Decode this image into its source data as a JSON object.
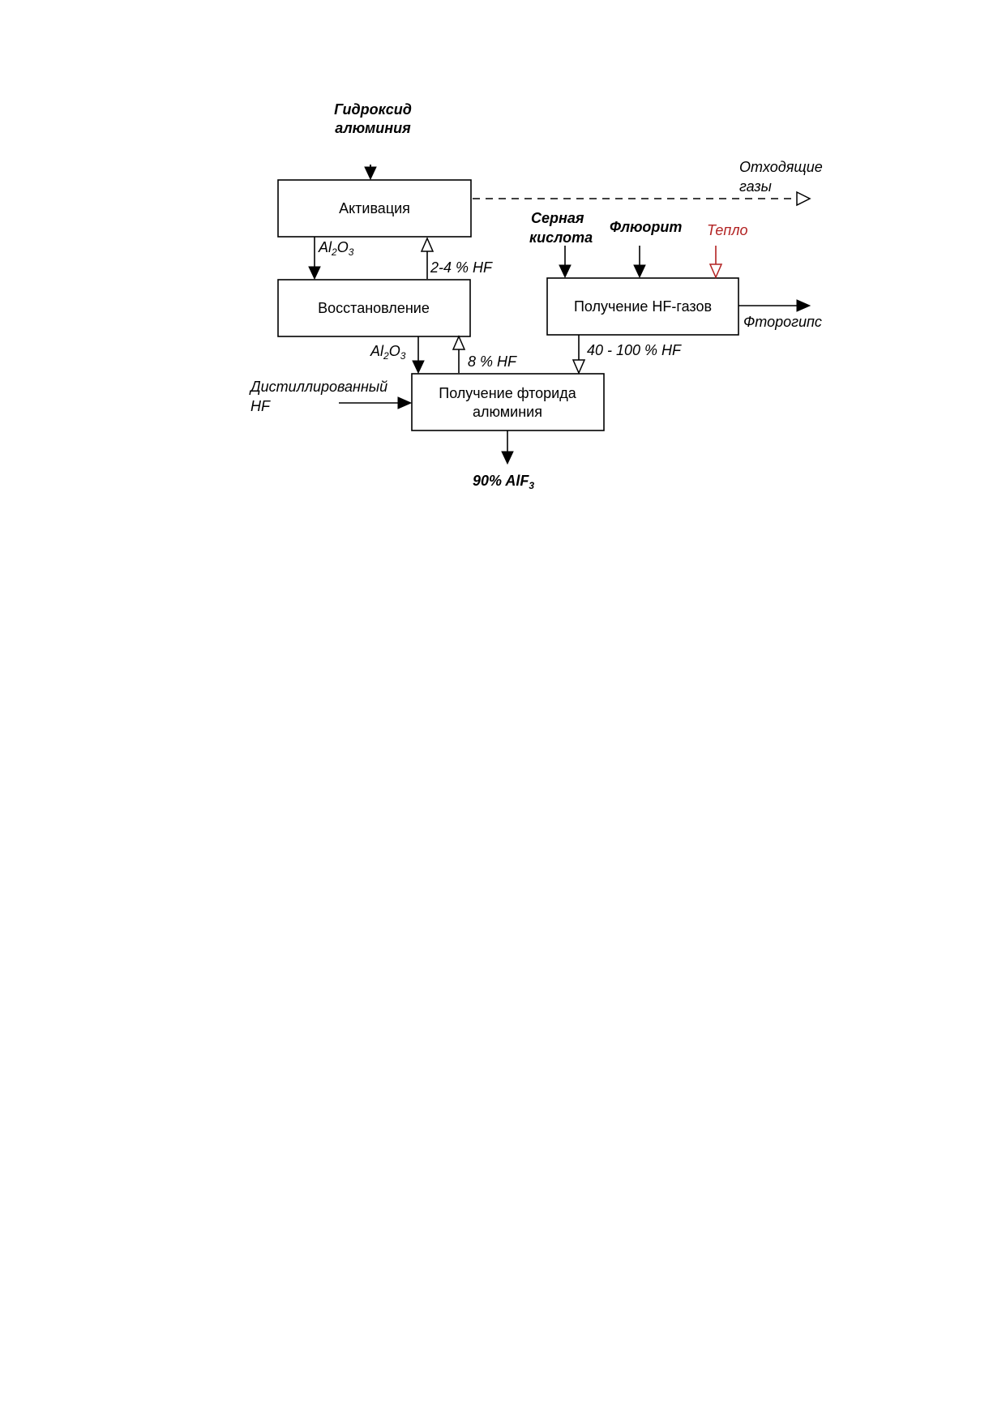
{
  "boxes": {
    "activation": "Активация",
    "reduction": "Восстановление",
    "hf_production": "Получение HF-газов",
    "aluminium_fluoride_line1": "Получение фторида",
    "aluminium_fluoride_line2": "алюминия"
  },
  "inputs": {
    "aluminium_hydroxide_line1": "Гидроксид",
    "aluminium_hydroxide_line2": "алюминия",
    "sulfuric_acid_line1": "Серная",
    "sulfuric_acid_line2": "кислота",
    "fluorite": "Флюорит",
    "heat": "Тепло",
    "distilled_hf_line1": "Дистиллированный",
    "distilled_hf_line2": "HF"
  },
  "outputs": {
    "off_gases_line1": "Отходящие",
    "off_gases_line2": "газы",
    "fluorogypsum": "Фторогипс",
    "product_prefix": "90% AlF",
    "product_subscript": "3"
  },
  "flows": {
    "al2o3_a_main1": "Al",
    "al2o3_a_sub1": "2",
    "al2o3_a_main2": "O",
    "al2o3_a_sub2": "3",
    "al2o3_b_main1": "Al",
    "al2o3_b_sub1": "2",
    "al2o3_b_main2": "O",
    "al2o3_b_sub2": "3",
    "hf_2_4": "2-4 % HF",
    "hf_8": "8 % HF",
    "hf_40_100": "40 - 100 % HF"
  },
  "colors": {
    "heat": "#b22222",
    "lines": "#000000"
  }
}
